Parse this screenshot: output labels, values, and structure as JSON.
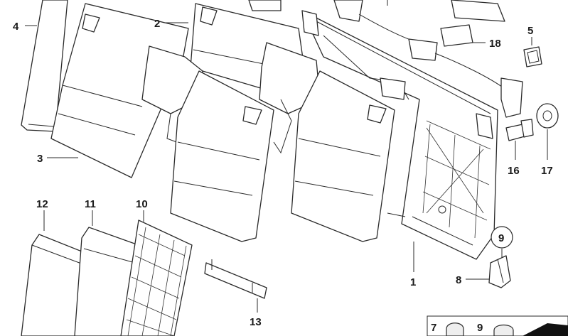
{
  "labels": {
    "p1": "1",
    "p2": "2",
    "p3": "3",
    "p4": "4",
    "p5": "5",
    "p7": "7",
    "p8": "8",
    "p9": "9",
    "p9b": "9",
    "p10": "10",
    "p11": "11",
    "p12": "12",
    "p13": "13",
    "p16": "16",
    "p17": "17",
    "p18": "18"
  },
  "colors": {
    "line": "#2a2a2a",
    "background": "#ffffff"
  }
}
